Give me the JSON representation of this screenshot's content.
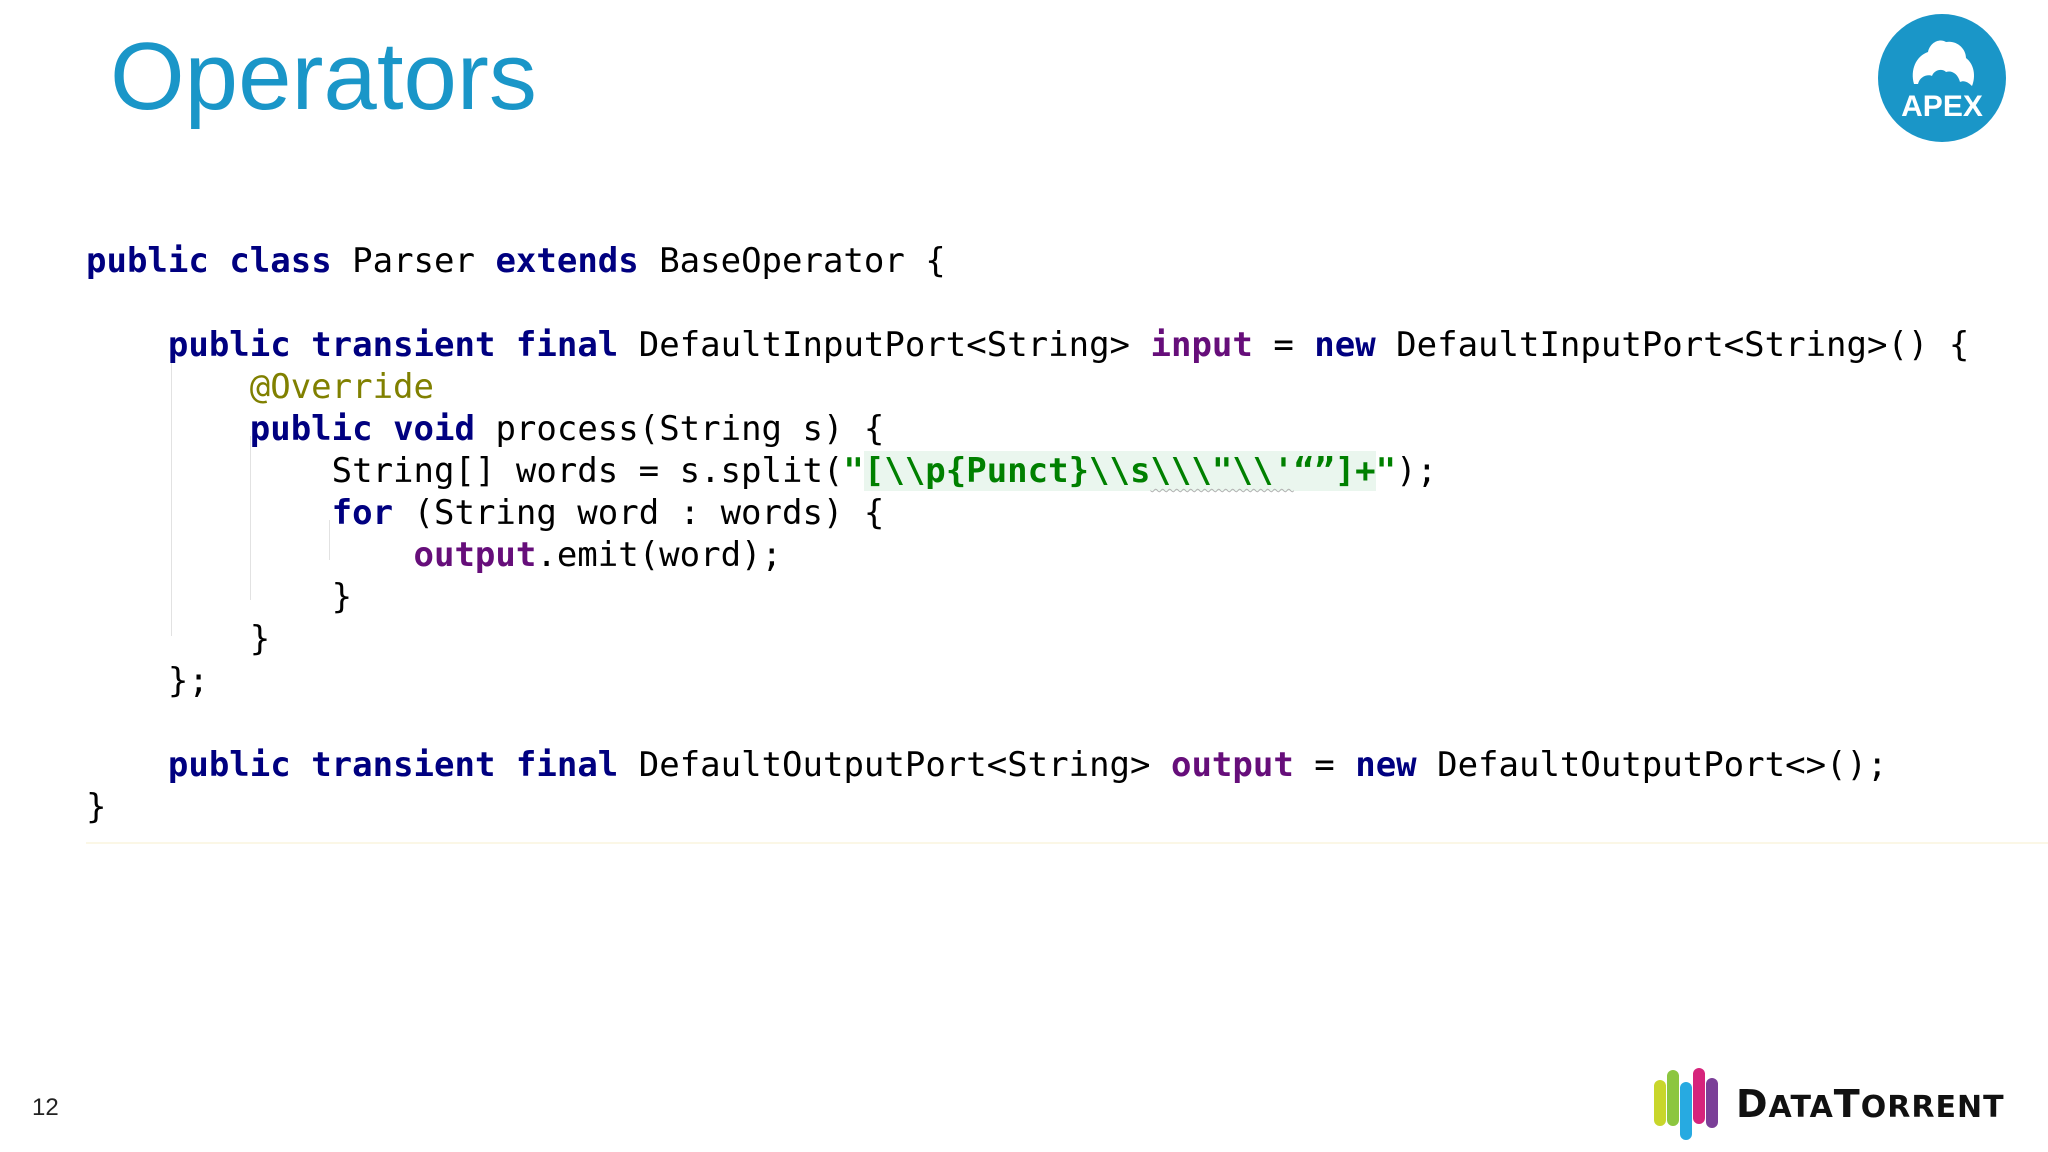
{
  "slide": {
    "title": "Operators",
    "page_number": "12"
  },
  "logos": {
    "apex_text": "APEX",
    "apex_color": "#1a96c8",
    "datatorrent_text": "DataTorrent"
  },
  "code": {
    "language": "java",
    "lines": [
      [
        {
          "t": "public",
          "c": "kw"
        },
        {
          "t": " "
        },
        {
          "t": "class",
          "c": "kw"
        },
        {
          "t": " Parser "
        },
        {
          "t": "extends",
          "c": "kw"
        },
        {
          "t": " BaseOperator {"
        }
      ],
      [],
      [
        {
          "t": "    "
        },
        {
          "t": "public",
          "c": "kw"
        },
        {
          "t": " "
        },
        {
          "t": "transient",
          "c": "kw"
        },
        {
          "t": " "
        },
        {
          "t": "final",
          "c": "kw"
        },
        {
          "t": " DefaultInputPort<String> "
        },
        {
          "t": "input",
          "c": "field"
        },
        {
          "t": " = "
        },
        {
          "t": "new",
          "c": "kw"
        },
        {
          "t": " DefaultInputPort<String>() {"
        }
      ],
      [
        {
          "t": "        "
        },
        {
          "t": "@Override",
          "c": "anno"
        }
      ],
      [
        {
          "t": "        "
        },
        {
          "t": "public",
          "c": "kw"
        },
        {
          "t": " "
        },
        {
          "t": "void",
          "c": "kw"
        },
        {
          "t": " process(String s) {"
        }
      ],
      [
        {
          "t": "            String[] words = s.split("
        },
        {
          "t": "\"",
          "c": "str"
        },
        {
          "t": "[\\\\p{Punct}\\\\s",
          "c": "str str-highlight"
        },
        {
          "t": "\\\\\\\"\\\\'",
          "c": "str str-highlight squiggle"
        },
        {
          "t": "“”]+",
          "c": "str str-highlight"
        },
        {
          "t": "\"",
          "c": "str"
        },
        {
          "t": ");"
        }
      ],
      [
        {
          "t": "            "
        },
        {
          "t": "for",
          "c": "kw"
        },
        {
          "t": " (String word : words) {"
        }
      ],
      [
        {
          "t": "                "
        },
        {
          "t": "output",
          "c": "field"
        },
        {
          "t": ".emit(word);"
        }
      ],
      [
        {
          "t": "            }"
        }
      ],
      [
        {
          "t": "        }"
        }
      ],
      [
        {
          "t": "    };"
        }
      ],
      [],
      [
        {
          "t": "    "
        },
        {
          "t": "public",
          "c": "kw"
        },
        {
          "t": " "
        },
        {
          "t": "transient",
          "c": "kw"
        },
        {
          "t": " "
        },
        {
          "t": "final",
          "c": "kw"
        },
        {
          "t": " DefaultOutputPort<String> "
        },
        {
          "t": "output",
          "c": "field"
        },
        {
          "t": " = "
        },
        {
          "t": "new",
          "c": "kw"
        },
        {
          "t": " DefaultOutputPort<>();"
        }
      ],
      [
        {
          "t": "}"
        }
      ]
    ]
  }
}
